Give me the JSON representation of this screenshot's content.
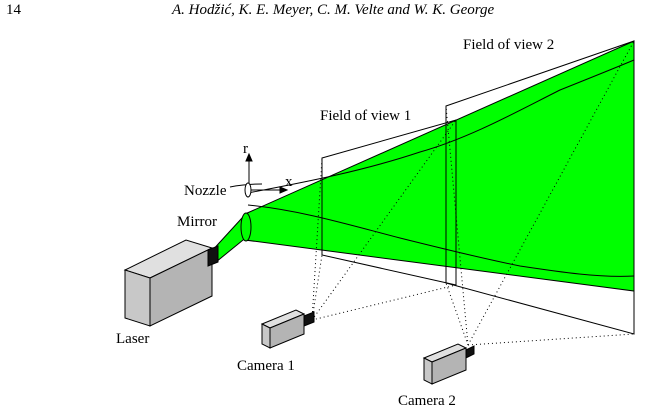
{
  "header": {
    "page_number": "14",
    "authors": "A. Hodžić, K. E. Meyer, C. M. Velte and W. K. George"
  },
  "figure": {
    "labels": {
      "fov2": "Field of view 2",
      "fov1": "Field of view 1",
      "r_axis": "r",
      "x_axis": "x",
      "nozzle": "Nozzle",
      "mirror": "Mirror",
      "laser": "Laser",
      "camera1": "Camera 1",
      "camera2": "Camera 2"
    },
    "colors": {
      "laser_sheet": "#00ff00",
      "device_fill": "#c8c8c8",
      "stroke": "#000000"
    }
  }
}
